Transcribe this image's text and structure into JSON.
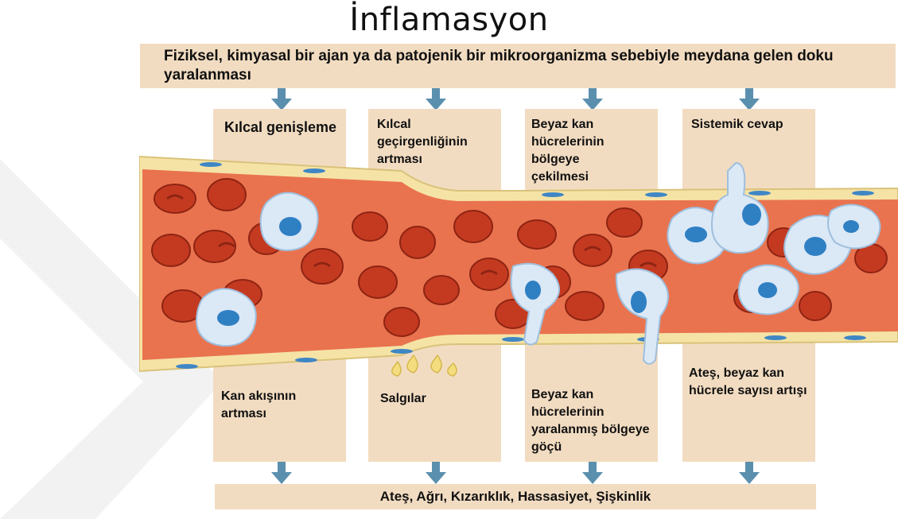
{
  "title": "İnflamasyon",
  "top_banner": "Fiziksel, kimyasal bir ajan ya da patojenik bir mikroorganizma sebebiyle meydana gelen doku yaralanması",
  "columns": [
    {
      "top_label": "Kılcal genişleme",
      "bottom_label": "Kan akışının artması"
    },
    {
      "top_label": "Kılcal geçirgenliğinin artması",
      "bottom_label": "Salgılar"
    },
    {
      "top_label": "Beyaz kan hücrelerinin bölgeye çekilmesi",
      "bottom_label": "Beyaz kan hücrelerinin yaralanmış bölgeye göçü"
    },
    {
      "top_label": "Sistemik cevap",
      "bottom_label": "Ateş, beyaz kan hücrele sayısı artışı"
    }
  ],
  "bottom_banner": "Ateş, Ağrı, Kızarıklık, Hassasiyet, Şişkinlik",
  "colors": {
    "panel": "#f2dcc1",
    "arrow": "#5b8fae",
    "vessel_wall": "#f5e3a6",
    "plasma": "#e9734f",
    "red_cell": "#c43a21",
    "white_cell": "#dbe8f6",
    "nucleus": "#2f7fc3",
    "secretion": "#f4dd7e"
  },
  "icons": [
    "arrow-down-icon",
    "red-blood-cell-icon",
    "white-blood-cell-icon",
    "secretion-droplet-icon"
  ]
}
